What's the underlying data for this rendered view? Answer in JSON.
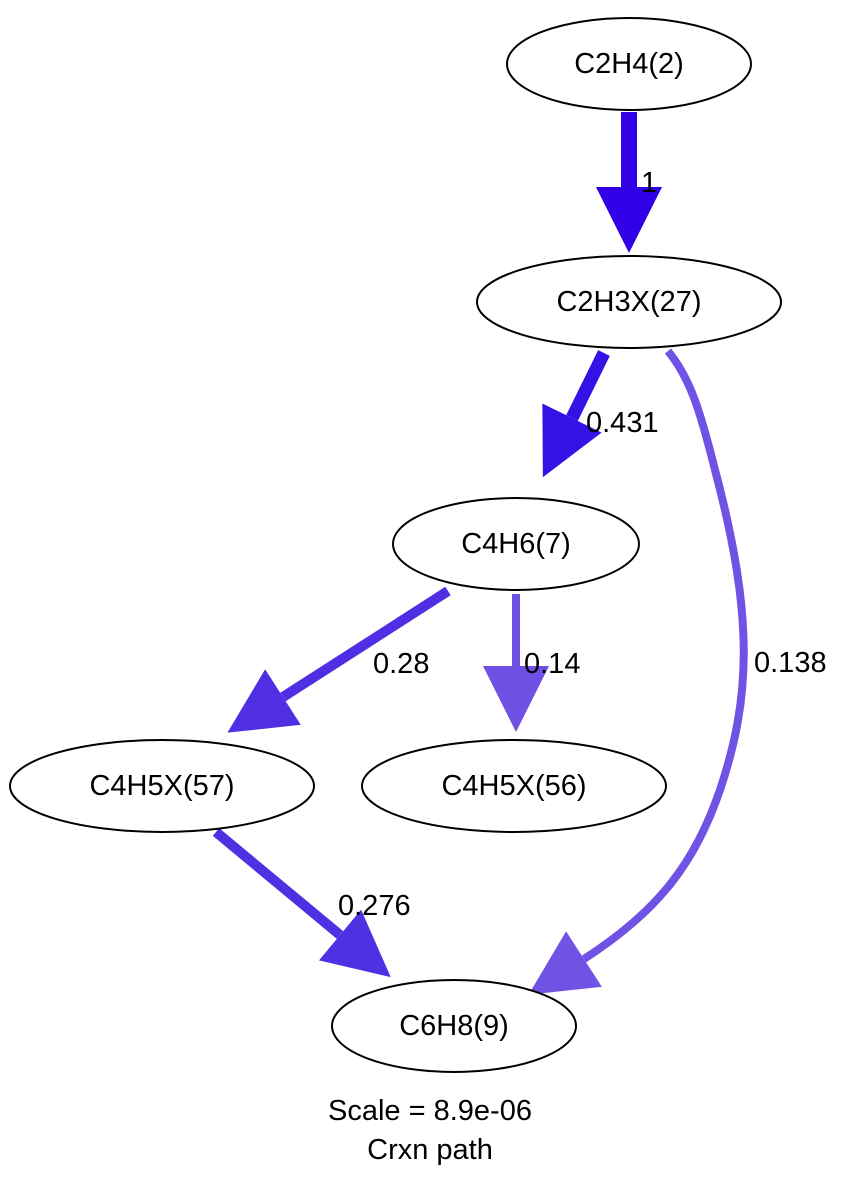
{
  "graph": {
    "nodes": [
      {
        "id": "c2h4",
        "label": "C2H4(2)"
      },
      {
        "id": "c2h3x",
        "label": "C2H3X(27)"
      },
      {
        "id": "c4h6",
        "label": "C4H6(7)"
      },
      {
        "id": "c4h5x57",
        "label": "C4H5X(57)"
      },
      {
        "id": "c4h5x56",
        "label": "C4H5X(56)"
      },
      {
        "id": "c6h8",
        "label": "C6H8(9)"
      }
    ],
    "edges": [
      {
        "from": "c2h4",
        "to": "c2h3x",
        "label": "1",
        "color": "#3100e7"
      },
      {
        "from": "c2h3x",
        "to": "c4h6",
        "label": "0.431",
        "color": "#3611e5"
      },
      {
        "from": "c2h3x",
        "to": "c6h8",
        "label": "0.138",
        "color": "#7052e4"
      },
      {
        "from": "c4h6",
        "to": "c4h5x57",
        "label": "0.28",
        "color": "#4f2ee4"
      },
      {
        "from": "c4h6",
        "to": "c4h5x56",
        "label": "0.14",
        "color": "#6e50e4"
      },
      {
        "from": "c4h5x57",
        "to": "c6h8",
        "label": "0.276",
        "color": "#5030e3"
      }
    ]
  },
  "caption": {
    "scale": "Scale = 8.9e-06",
    "name": "Crxn path"
  }
}
